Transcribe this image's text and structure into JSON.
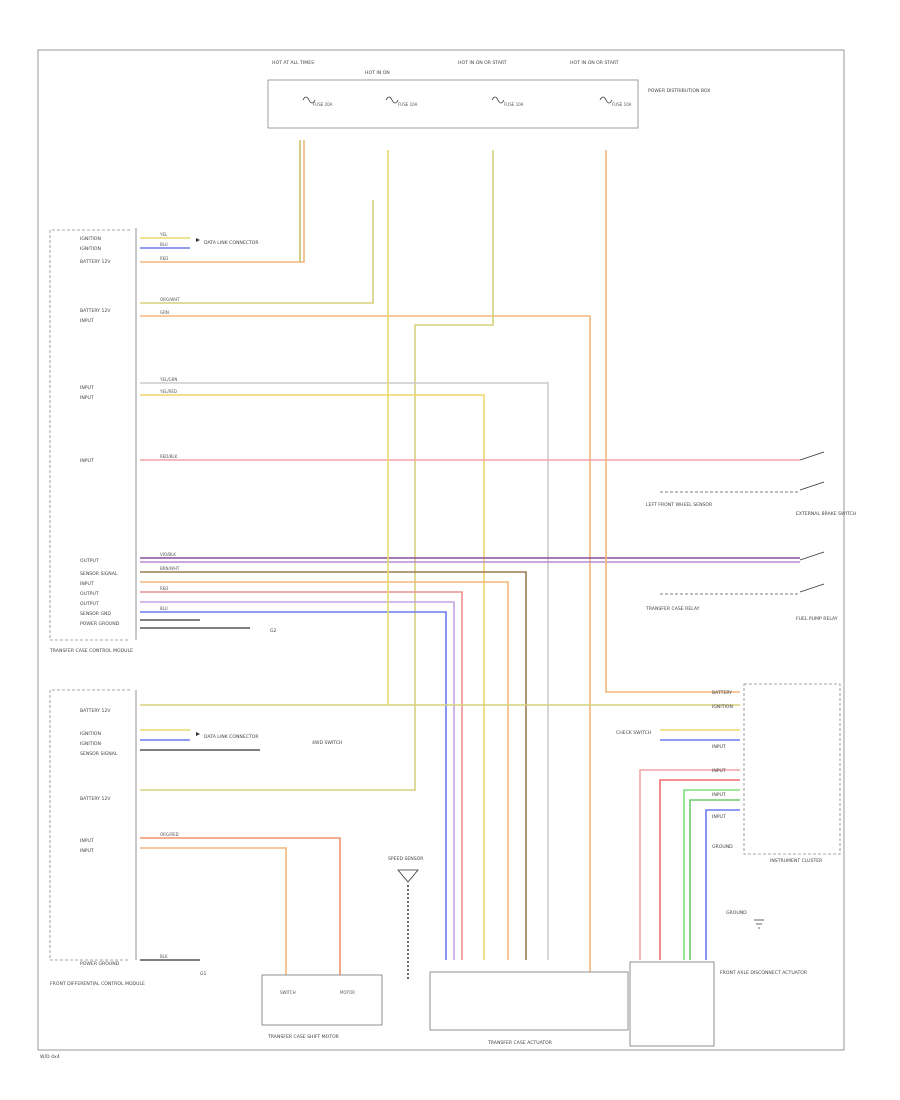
{
  "colors": {
    "orange": "#f2b77a",
    "yellow_green": "#d6d27c",
    "khaki": "#c7bf6a",
    "yellow": "#f1d56a",
    "pink": "#f5a2a8",
    "purple": "#8a4b9c",
    "violet": "#b78bd6",
    "brown": "#9c7b50",
    "red": "#ef6b6b",
    "blue": "#6a7cf0",
    "green": "#7ee07e",
    "grey": "#999999",
    "black": "#333333",
    "frame": "#9a9a9a"
  },
  "labels": {
    "fuse_top_1": "HOT AT ALL TIMES",
    "fuse_top_2": "HOT IN ON",
    "fuse_top_3": "HOT IN ON OR START",
    "fuse_top_4": "HOT IN ON OR START",
    "fuse_box": "POWER DISTRIBUTION BOX",
    "fuse_1": "FUSE 20A",
    "fuse_2": "FUSE 10A",
    "fuse_3": "FUSE 10A",
    "fuse_4": "FUSE 10A",
    "lm1_r1": "IGNITION",
    "lm1_r2": "IGNITION",
    "lm1_r3": "BATTERY 12V",
    "lm1_r4": "BATTERY 12V",
    "lm1_r5": "INPUT",
    "lm1_r6": "INPUT",
    "lm1_r7": "INPUT",
    "lm1_r8": "INPUT",
    "lm1_r9": "OUTPUT",
    "lm1_r10": "SENSOR SIGNAL",
    "lm1_r11": "INPUT",
    "lm1_r12": "OUTPUT",
    "lm1_r13": "OUTPUT",
    "lm1_r14": "SENSOR GND",
    "lm1_r15": "POWER GROUND",
    "data_link_1": "DATA LINK CONNECTOR",
    "data_link_2": "DATA LINK CONNECTOR",
    "mod1_name": "TRANSFER CASE CONTROL MODULE",
    "ground_1": "G2",
    "lm2_r1": "BATTERY 12V",
    "lm2_r2": "IGNITION",
    "lm2_r3": "IGNITION",
    "lm2_r4": "SENSOR SIGNAL",
    "lm2_r5": "BATTERY 12V",
    "lm2_r6": "INPUT",
    "lm2_r7": "INPUT",
    "lm2_r8": "POWER GROUND",
    "mod2_name": "FRONT DIFFERENTIAL CONTROL MODULE",
    "ground_2": "G1",
    "mid_switch": "4WD SWITCH",
    "sensor_top": "SPEED SENSOR",
    "switch_right_1": "LEFT FRONT WHEEL SENSOR",
    "switch_right_2": "EXTERNAL BRAKE SWITCH",
    "switch_right_3": "TRANSFER CASE RELAY",
    "switch_right_4": "FUEL PUMP RELAY",
    "rm_name": "INSTRUMENT CLUSTER",
    "rm_r1": "BATTERY",
    "rm_r2": "IGNITION",
    "rm_r3": "INPUT",
    "rm_r4": "INPUT",
    "rm_r5": "INPUT",
    "rm_r6": "INPUT",
    "rm_r7": "GROUND",
    "rm_side": "CHECK SWITCH",
    "rm_bottom": "GROUND",
    "bottom_box_1": "TRANSFER CASE SHIFT MOTOR",
    "bottom_box_1a": "SWITCH",
    "bottom_box_1b": "MOTOR",
    "bottom_box_2": "TRANSFER CASE ACTUATOR",
    "bottom_box_3": "FRONT AXLE DISCONNECT ACTUATOR",
    "footer": "W/D 4x4"
  },
  "wire_labels": {
    "w1": "YEL",
    "w2": "BLU",
    "w3": "RED",
    "w4": "ORG/WHT",
    "w5": "GRN",
    "w6": "YEL/GRN",
    "w7": "YEL/RED",
    "w8": "RED/BLK",
    "w9": "VIO/BLK",
    "w10": "BRN/WHT",
    "w11": "ORG/RED",
    "w12": "RED",
    "w13": "BLU",
    "w14": "BLK"
  }
}
